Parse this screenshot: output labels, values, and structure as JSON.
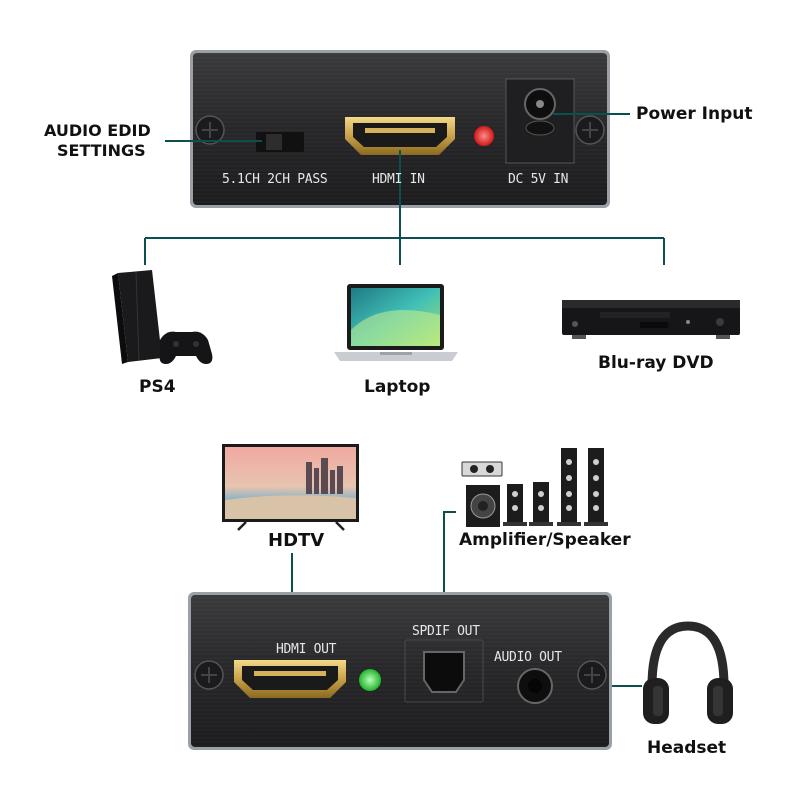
{
  "colors": {
    "connector": "#0d4f4f",
    "panel": "#2a2a2c",
    "hdmi_gold": "#c9a14a",
    "led_red": "#e02020",
    "led_green": "#36d43a"
  },
  "top_panel": {
    "port_labels": {
      "switch": "5.1CH 2CH PASS",
      "hdmi_in": "HDMI IN",
      "dc_in": "DC 5V IN"
    }
  },
  "callouts": {
    "audio_edid_line1": "AUDIO EDID",
    "audio_edid_line2": "SETTINGS",
    "power_input": "Power Input"
  },
  "sources": [
    {
      "label": "PS4",
      "icon": "ps4-console-icon"
    },
    {
      "label": "Laptop",
      "icon": "laptop-icon"
    },
    {
      "label": "Blu-ray DVD",
      "icon": "bluray-player-icon"
    }
  ],
  "outputs": {
    "hdtv": "HDTV",
    "speakers": "Amplifier/Speaker",
    "headset": "Headset"
  },
  "bottom_panel": {
    "port_labels": {
      "hdmi_out": "HDMI OUT",
      "spdif_out": "SPDIF OUT",
      "audio_out": "AUDIO OUT"
    }
  }
}
